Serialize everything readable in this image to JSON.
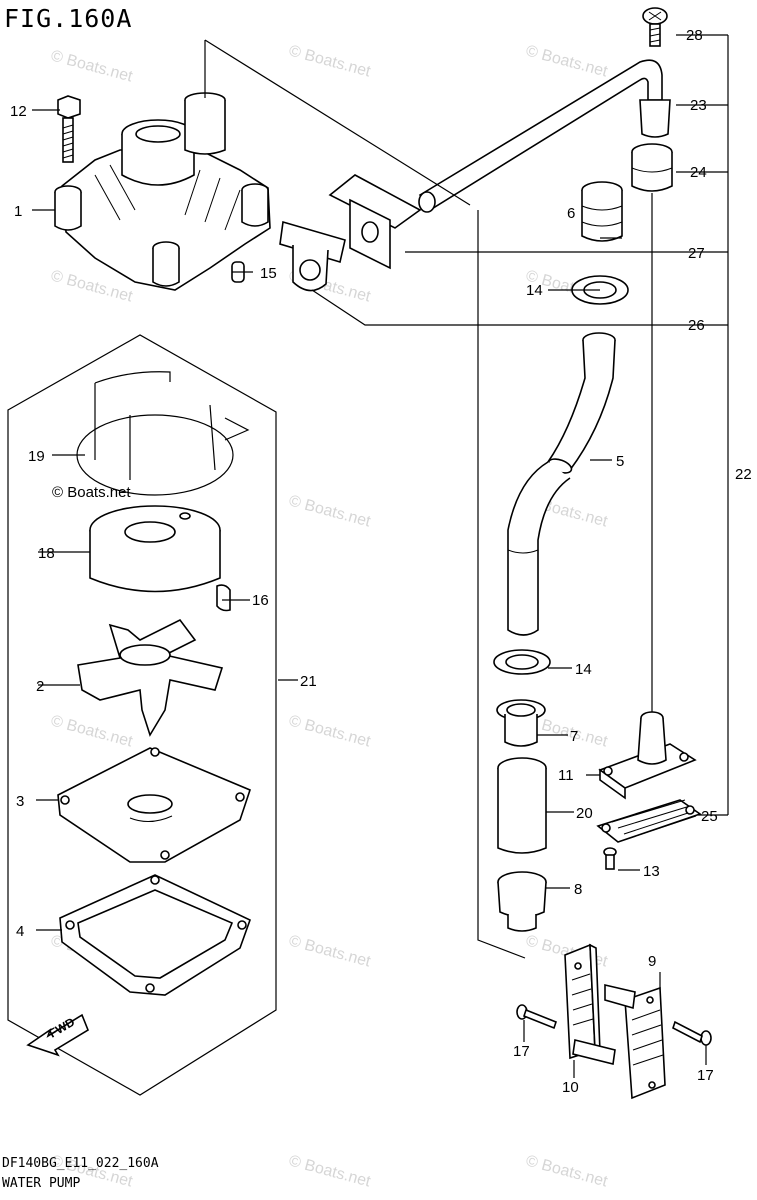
{
  "figure": {
    "title": "FIG.160A",
    "code": "DF140BG_E11_022_160A",
    "name": "WATER PUMP"
  },
  "watermark": "© Boats.net",
  "direction_label": "FWD",
  "callouts": [
    "28",
    "23",
    "24",
    "6",
    "27",
    "14",
    "26",
    "5",
    "22",
    "12",
    "1",
    "15",
    "19",
    "18",
    "16",
    "2",
    "21",
    "3",
    "4",
    "14",
    "7",
    "11",
    "20",
    "25",
    "13",
    "8",
    "9",
    "17",
    "17",
    "10"
  ]
}
